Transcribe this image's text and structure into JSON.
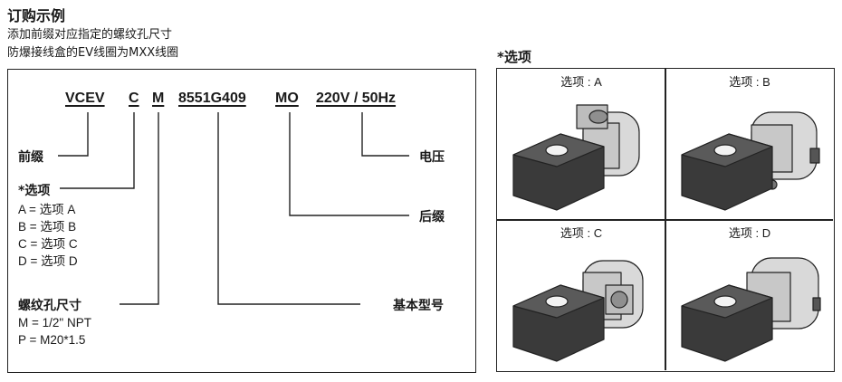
{
  "header": {
    "title": "订购示例",
    "line1": "添加前缀对应指定的螺纹孔尺寸",
    "line2": "防爆接线盒的EV线圈为MXX线圈"
  },
  "code": {
    "prefix": "VCEV",
    "option": "C",
    "thread": "M",
    "base": "8551G409",
    "suffix": "MO",
    "voltage": "220V / 50Hz"
  },
  "labels": {
    "prefix": "前缀",
    "option": "*选项",
    "thread": "螺纹孔尺寸",
    "voltage": "电压",
    "suffix": "后缀",
    "base": "基本型号"
  },
  "option_items": [
    "A = 选项 A",
    "B = 选项 B",
    "C = 选项 C",
    "D = 选项 D"
  ],
  "thread_items": [
    "M = 1/2\" NPT",
    "P = M20*1.5"
  ],
  "options_panel": {
    "title": "*选项",
    "cells": [
      "选项 : A",
      "选项 : B",
      "选项 : C",
      "选项 : D"
    ]
  }
}
